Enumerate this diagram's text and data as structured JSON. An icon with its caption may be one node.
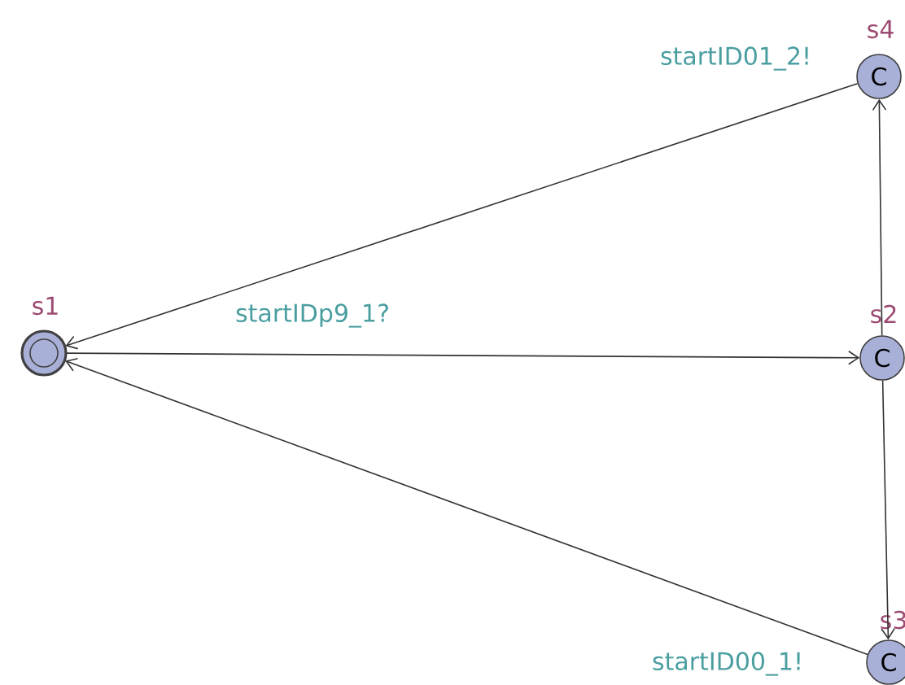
{
  "diagram": {
    "nodes": [
      {
        "text": [
          "C"
        ],
        "beside": [
          "s4"
        ]
      },
      {
        "text": [],
        "shape": "circle",
        "beside": [
          "s1"
        ]
      },
      {
        "text": [
          "C"
        ],
        "beside": [
          "s2"
        ]
      },
      {
        "text": [
          "C"
        ],
        "beside": [
          "s3"
        ]
      }
    ],
    "edges": [
      {
        "from": 0,
        "to": 1,
        "arrow": "to",
        "label": "startID01_2!"
      },
      {
        "from": 1,
        "to": 2,
        "arrow": "to",
        "label": "startIDp9_1?"
      },
      {
        "from": 2,
        "to": 0,
        "arrow": "to"
      },
      {
        "from": 2,
        "to": 3,
        "arrow": "to"
      },
      {
        "from": 3,
        "to": 1,
        "arrow": "to",
        "label": "startID00_1!"
      }
    ]
  }
}
